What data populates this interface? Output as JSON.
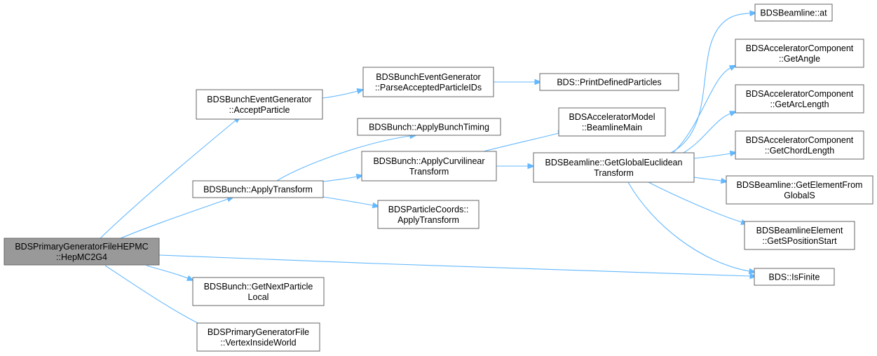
{
  "diagram": {
    "nodes": {
      "hepmc2g4": [
        "BDSPrimaryGeneratorFileHEPMC",
        "::HepMC2G4"
      ],
      "accept_particle": [
        "BDSBunchEventGenerator",
        "::AcceptParticle"
      ],
      "apply_transform": [
        "BDSBunch::ApplyTransform"
      ],
      "get_next_particle": [
        "BDSBunch::GetNextParticle",
        "Local"
      ],
      "vertex_inside": [
        "BDSPrimaryGeneratorFile",
        "::VertexInsideWorld"
      ],
      "parse_ids": [
        "BDSBunchEventGenerator",
        "::ParseAcceptedParticleIDs"
      ],
      "bunch_timing": [
        "BDSBunch::ApplyBunchTiming"
      ],
      "curvilinear": [
        "BDSBunch::ApplyCurvilinear",
        "Transform"
      ],
      "coords_transform": [
        "BDSParticleCoords::",
        "ApplyTransform"
      ],
      "print_particles": [
        "BDS::PrintDefinedParticles"
      ],
      "beamline_main": [
        "BDSAcceleratorModel",
        "::BeamlineMain"
      ],
      "global_euclidean": [
        "BDSBeamline::GetGlobalEuclidean",
        "Transform"
      ],
      "beamline_at": [
        "BDSBeamline::at"
      ],
      "get_angle": [
        "BDSAcceleratorComponent",
        "::GetAngle"
      ],
      "get_arc_length": [
        "BDSAcceleratorComponent",
        "::GetArcLength"
      ],
      "get_chord_length": [
        "BDSAcceleratorComponent",
        "::GetChordLength"
      ],
      "element_from_global": [
        "BDSBeamline::GetElementFrom",
        "GlobalS"
      ],
      "s_position_start": [
        "BDSBeamlineElement",
        "::GetSPositionStart"
      ],
      "is_finite": [
        "BDS::IsFinite"
      ]
    },
    "edges": [
      [
        "hepmc2g4",
        "accept_particle"
      ],
      [
        "hepmc2g4",
        "apply_transform"
      ],
      [
        "hepmc2g4",
        "is_finite"
      ],
      [
        "hepmc2g4",
        "get_next_particle"
      ],
      [
        "hepmc2g4",
        "vertex_inside"
      ],
      [
        "accept_particle",
        "parse_ids"
      ],
      [
        "parse_ids",
        "print_particles"
      ],
      [
        "apply_transform",
        "bunch_timing"
      ],
      [
        "apply_transform",
        "curvilinear"
      ],
      [
        "apply_transform",
        "coords_transform"
      ],
      [
        "curvilinear",
        "beamline_main"
      ],
      [
        "curvilinear",
        "global_euclidean"
      ],
      [
        "global_euclidean",
        "beamline_at"
      ],
      [
        "global_euclidean",
        "get_angle"
      ],
      [
        "global_euclidean",
        "get_arc_length"
      ],
      [
        "global_euclidean",
        "get_chord_length"
      ],
      [
        "global_euclidean",
        "element_from_global"
      ],
      [
        "global_euclidean",
        "s_position_start"
      ],
      [
        "global_euclidean",
        "is_finite"
      ]
    ],
    "colors": {
      "edge": "#63b8ff",
      "root_fill": "#999999",
      "node_border": "#666666"
    }
  }
}
